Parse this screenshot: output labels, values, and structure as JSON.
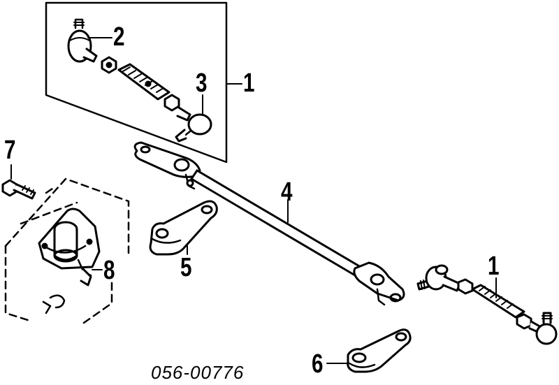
{
  "diagram": {
    "part_number": "056-00776",
    "callouts": [
      {
        "id": "c1_top",
        "label": "1"
      },
      {
        "id": "c2",
        "label": "2"
      },
      {
        "id": "c3",
        "label": "3"
      },
      {
        "id": "c4",
        "label": "4"
      },
      {
        "id": "c5",
        "label": "5"
      },
      {
        "id": "c6",
        "label": "6"
      },
      {
        "id": "c7",
        "label": "7"
      },
      {
        "id": "c8",
        "label": "8"
      },
      {
        "id": "c1_right",
        "label": "1"
      }
    ]
  }
}
